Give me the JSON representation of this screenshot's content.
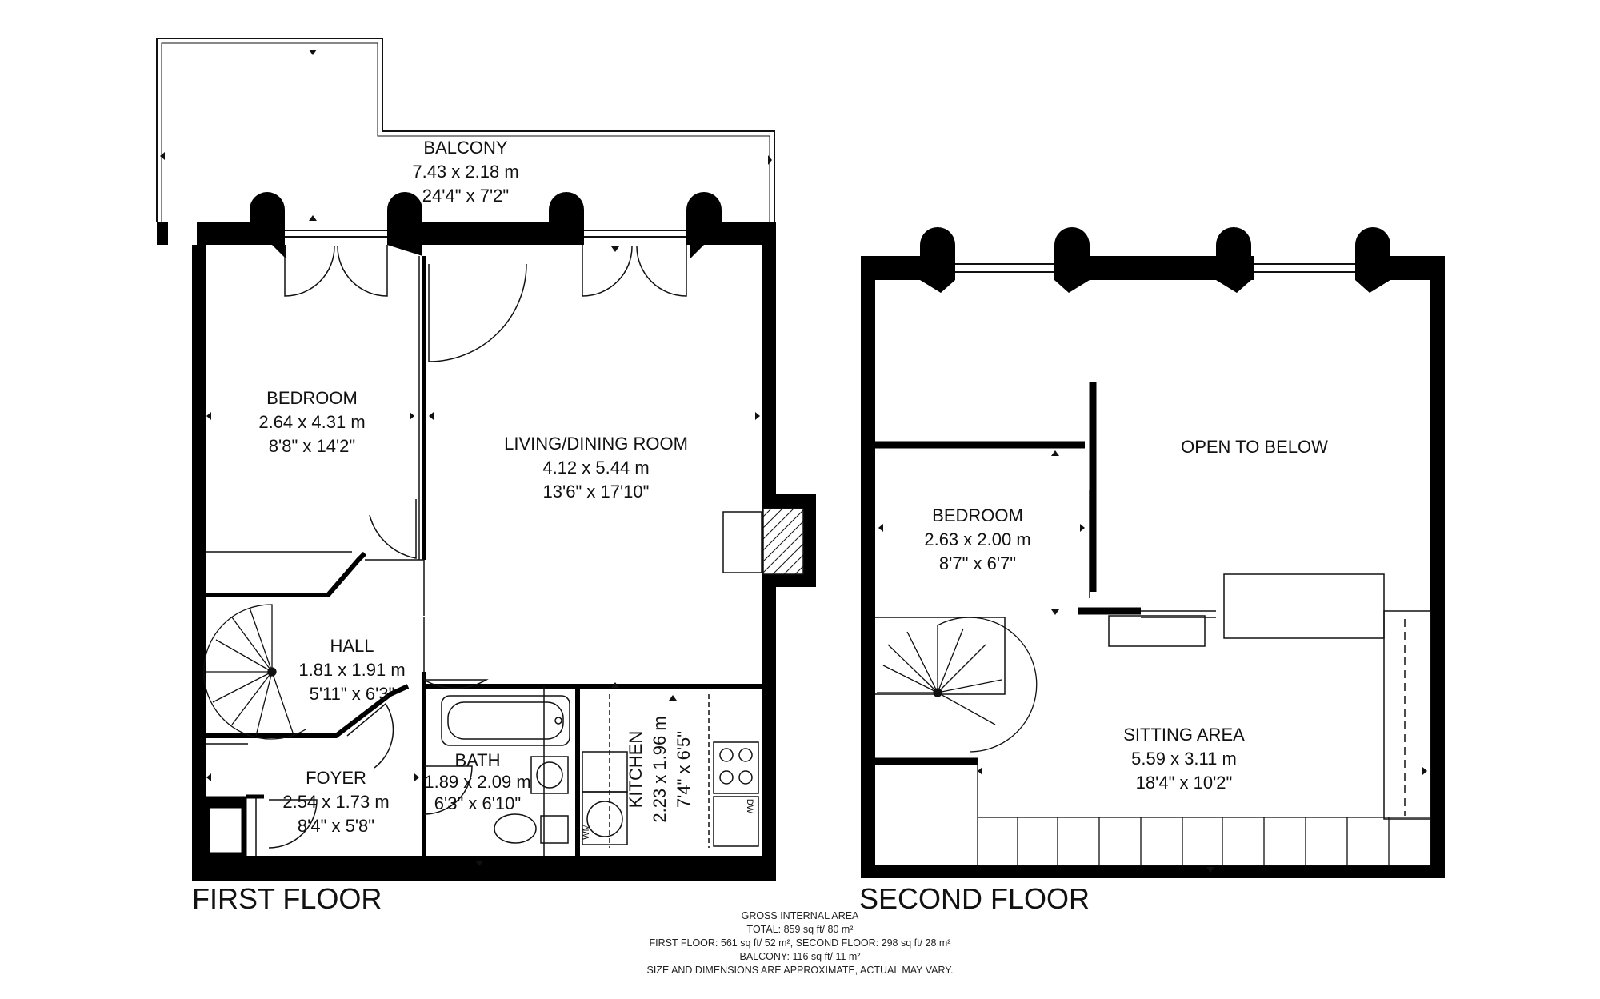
{
  "colors": {
    "wall": "#000000",
    "line": "#111111",
    "background": "#ffffff"
  },
  "floors": {
    "first": {
      "label": "FIRST FLOOR",
      "rooms": {
        "balcony": {
          "name": "BALCONY",
          "metric": "7.43 x 2.18 m",
          "imperial": "24'4\" x 7'2\""
        },
        "bedroom": {
          "name": "BEDROOM",
          "metric": "2.64 x 4.31 m",
          "imperial": "8'8\" x 14'2\""
        },
        "living": {
          "name": "LIVING/DINING ROOM",
          "metric": "4.12 x 5.44 m",
          "imperial": "13'6\" x 17'10\""
        },
        "hall": {
          "name": "HALL",
          "metric": "1.81 x 1.91 m",
          "imperial": "5'11\" x 6'3\""
        },
        "foyer": {
          "name": "FOYER",
          "metric": "2.54 x 1.73 m",
          "imperial": "8'4\" x 5'8\""
        },
        "bath": {
          "name": "BATH",
          "metric": "1.89 x 2.09 m",
          "imperial": "6'3\" x 6'10\""
        },
        "kitchen": {
          "name": "KITCHEN",
          "metric": "2.23 x 1.96 m",
          "imperial": "7'4\" x 6'5\""
        }
      },
      "appliances": {
        "washer": "WM",
        "dishwasher": "DW"
      }
    },
    "second": {
      "label": "SECOND FLOOR",
      "rooms": {
        "open": {
          "name": "OPEN TO BELOW"
        },
        "bedroom": {
          "name": "BEDROOM",
          "metric": "2.63 x 2.00 m",
          "imperial": "8'7\" x 6'7\""
        },
        "sitting": {
          "name": "SITTING AREA",
          "metric": "5.59 x 3.11 m",
          "imperial": "18'4\" x 10'2\""
        }
      }
    }
  },
  "area_summary": {
    "title": "GROSS INTERNAL AREA",
    "total": "TOTAL: 859 sq ft/ 80 m²",
    "floors": "FIRST FLOOR: 561 sq ft/ 52 m²,  SECOND FLOOR: 298 sq ft/ 28 m²",
    "balcony": "BALCONY: 116 sq ft/ 11 m²",
    "disclaimer": "SIZE AND DIMENSIONS ARE APPROXIMATE, ACTUAL MAY VARY."
  }
}
